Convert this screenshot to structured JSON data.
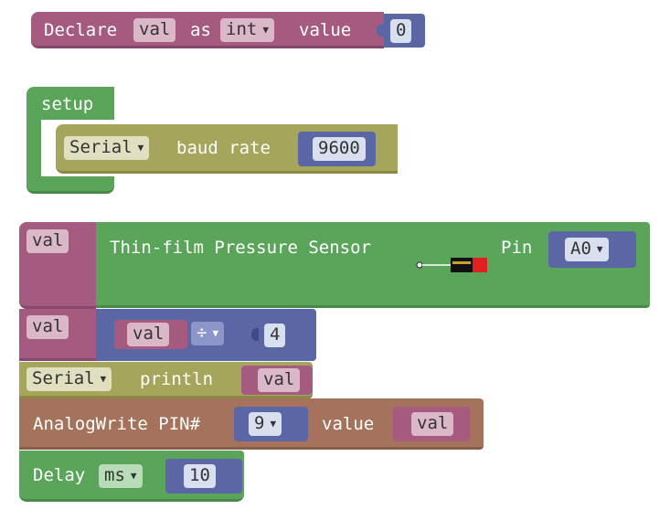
{
  "declare": {
    "label": "Declare",
    "var_name": "val",
    "as_label": "as",
    "type": "int",
    "value_label": "value",
    "value": "0"
  },
  "setup": {
    "label": "setup",
    "serial": {
      "port": "Serial",
      "label": "baud rate",
      "baud": "9600"
    }
  },
  "read": {
    "var": "val",
    "sensor": "Thin-film Pressure Sensor",
    "pin_label": "Pin",
    "pin": "A0"
  },
  "divide": {
    "var": "val",
    "left": "val",
    "op": "÷",
    "right": "4"
  },
  "println": {
    "port": "Serial",
    "label": "println",
    "arg": "val"
  },
  "analog": {
    "label": "AnalogWrite PIN#",
    "pin": "9",
    "value_label": "value",
    "value": "val"
  },
  "delay": {
    "label": "Delay",
    "unit": "ms",
    "value": "10"
  },
  "colors": {
    "variable": "#a55b80",
    "setup": "#5ba55b",
    "serial": "#a5a55b",
    "math": "#5b67a5",
    "analog": "#a5735b",
    "field_light": "#d8e0f0"
  },
  "icons": {
    "dropdown": "triangle-down",
    "sensor": "pressure-sensor-icon"
  }
}
